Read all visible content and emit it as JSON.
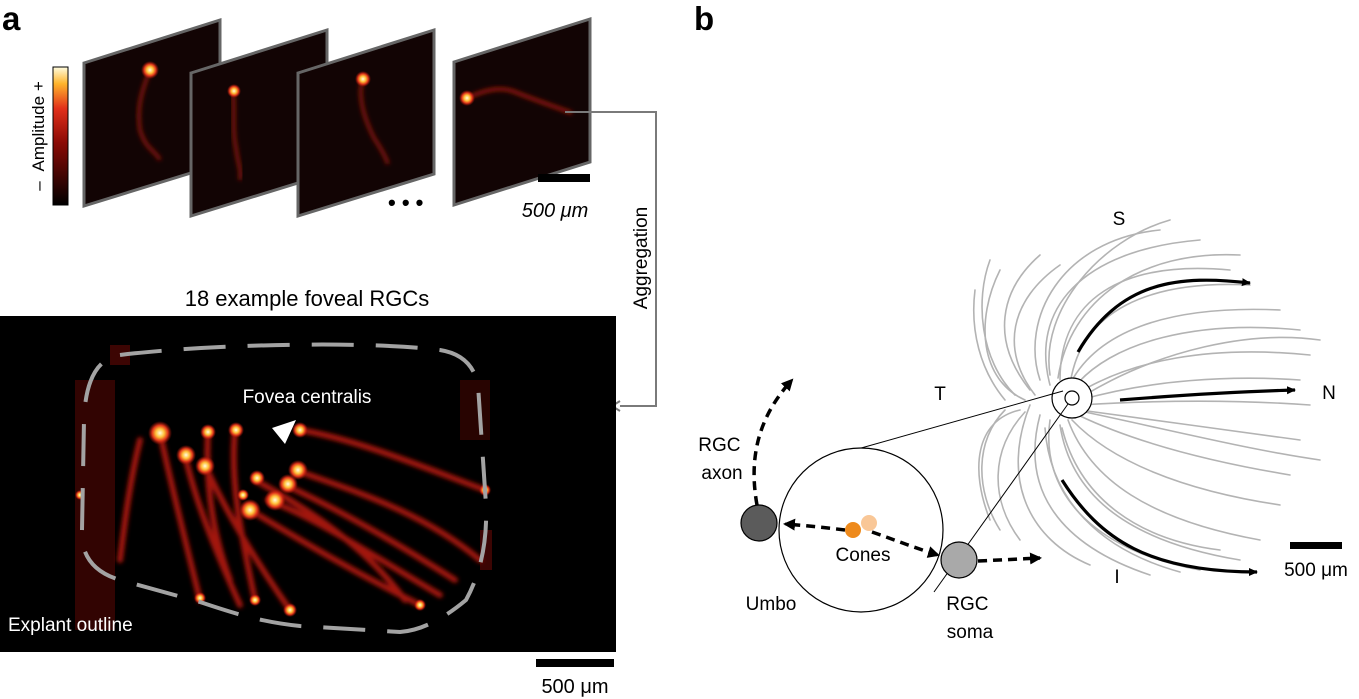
{
  "panel_a": {
    "label": "a",
    "colorbar": {
      "minus": "–",
      "title": "Amplitude",
      "plus": "+"
    },
    "ellipsis": "• • •",
    "scalebar_top": "500 μm",
    "aggregation_label": "Aggregation",
    "main_title": "18 example foveal RGCs",
    "fovea_label": "Fovea centralis",
    "explant_label": "Explant outline",
    "scalebar_bottom": "500 μm"
  },
  "panel_b": {
    "label": "b",
    "orientation": {
      "superior": "S",
      "temporal": "T",
      "nasal": "N",
      "inferior": "I"
    },
    "rgc_axon_line1": "RGC",
    "rgc_axon_line2": "axon",
    "cones_label": "Cones",
    "umbo_label": "Umbo",
    "rgc_soma_line1": "RGC",
    "rgc_soma_line2": "soma",
    "scalebar": "500 μm"
  },
  "colors": {
    "colormap_low": "#000000",
    "colormap_mid": "#d62010",
    "colormap_high": "#fffde0",
    "axon_trace": "#b3b3b3",
    "cone_dark": "#ee8a1c",
    "cone_light": "#f9c797",
    "rgc_axon_cell": "#5b5b5b",
    "rgc_soma_cell": "#a9a9a9"
  }
}
